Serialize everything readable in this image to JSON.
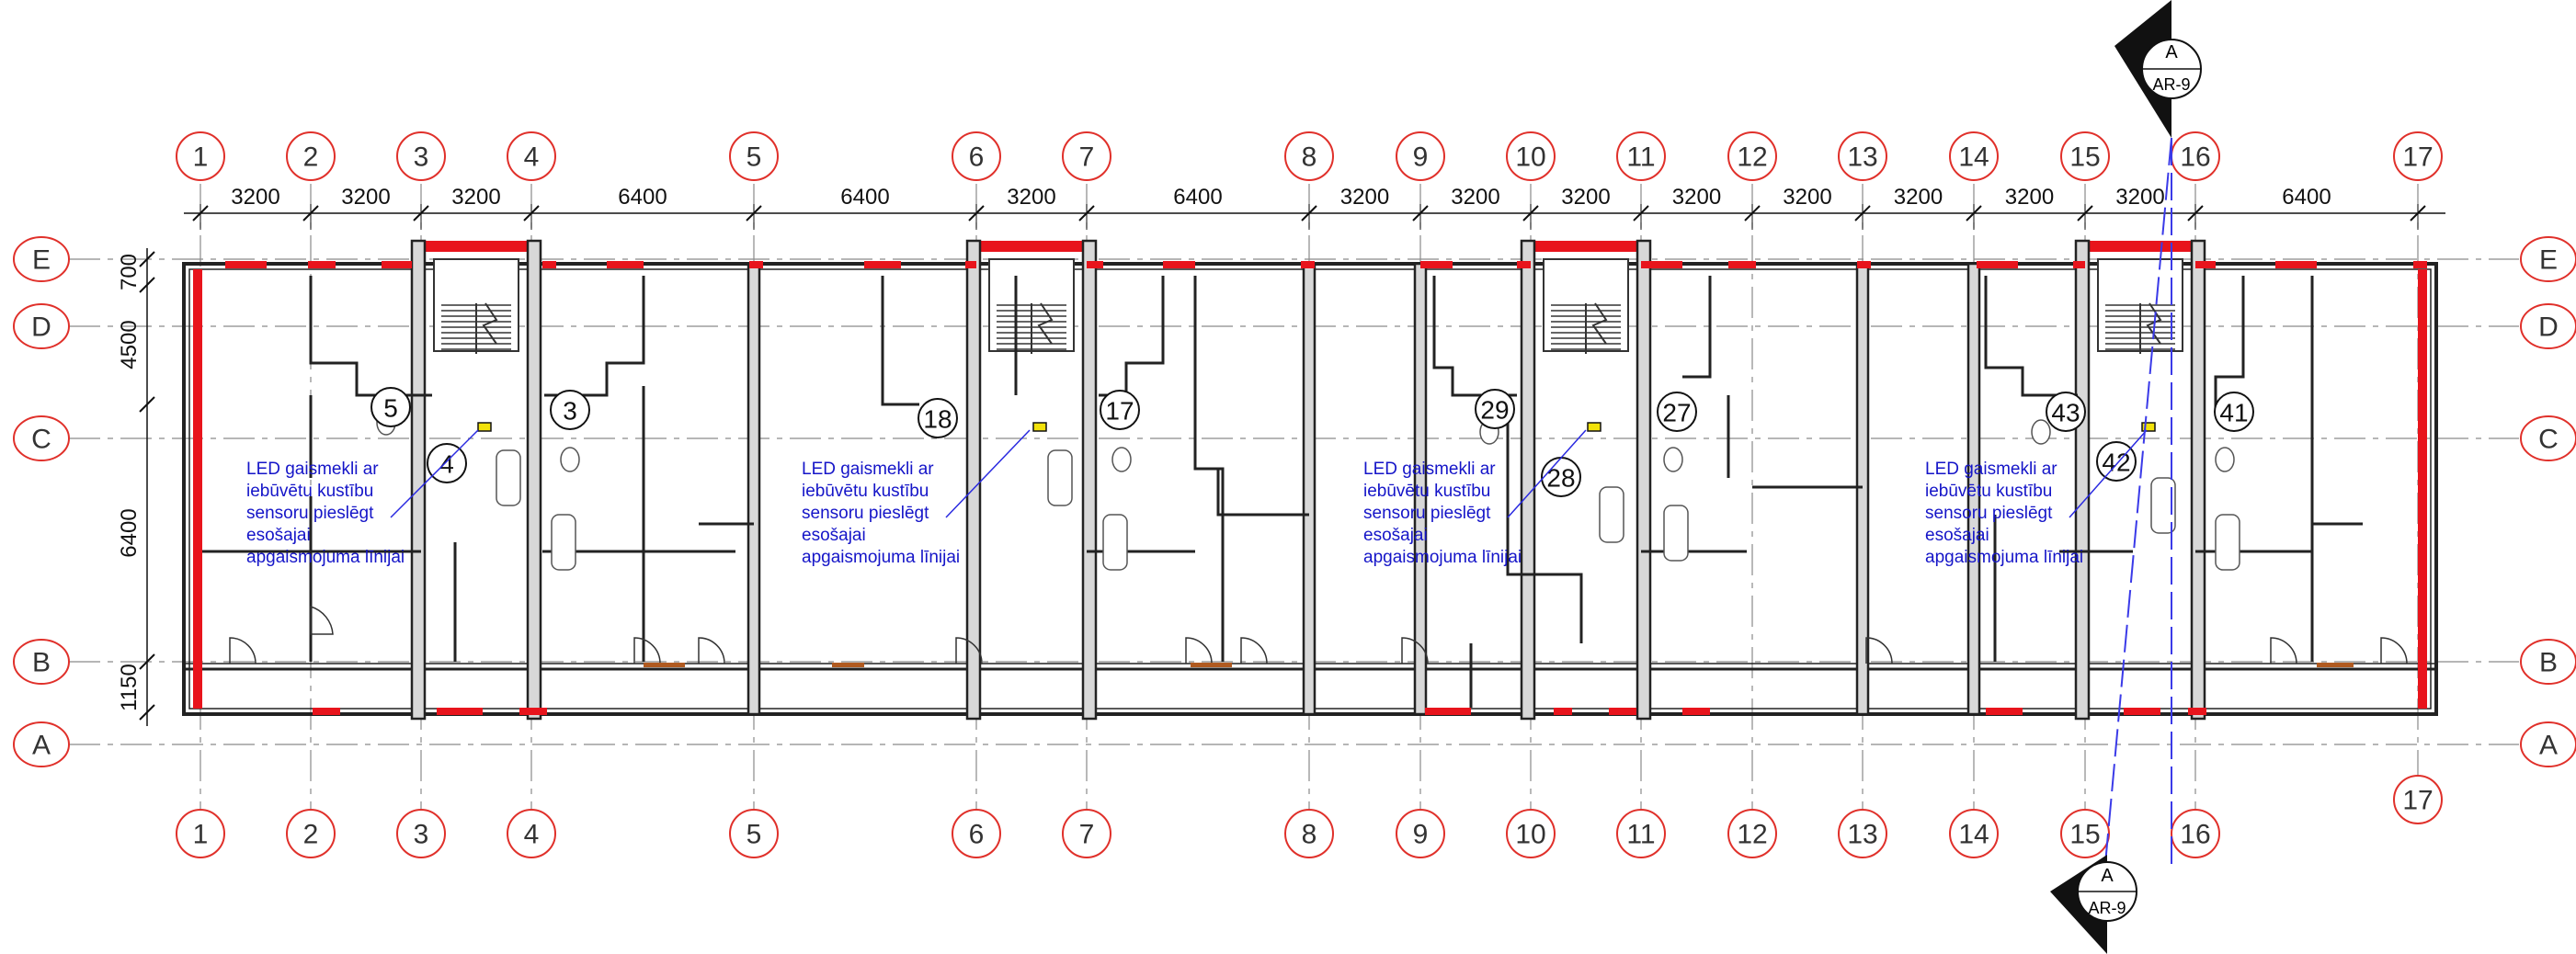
{
  "grid": {
    "columns": [
      "1",
      "2",
      "3",
      "4",
      "5",
      "6",
      "7",
      "8",
      "9",
      "10",
      "11",
      "12",
      "13",
      "14",
      "15",
      "16",
      "17"
    ],
    "rows": [
      "E",
      "D",
      "C",
      "B",
      "A"
    ]
  },
  "dimensions": {
    "bays": [
      "3200",
      "3200",
      "3200",
      "6400",
      "6400",
      "3200",
      "6400",
      "3200",
      "3200",
      "3200",
      "3200",
      "3200",
      "3200",
      "3200",
      "3200",
      "6400"
    ],
    "vertical": [
      "700",
      "4500",
      "6400",
      "1150"
    ]
  },
  "apartments": [
    "5",
    "3",
    "4",
    "18",
    "17",
    "29",
    "27",
    "28",
    "43",
    "41",
    "42"
  ],
  "notes": [
    [
      "LED gaismekli ar",
      "iebūvētu kustību",
      "sensoru pieslēgt",
      "esošajai",
      "apgaismojuma līnijai"
    ],
    [
      "LED gaismekli ar",
      "iebūvētu kustību",
      "sensoru pieslēgt",
      "esošajai",
      "apgaismojuma līnijai"
    ],
    [
      "LED gaismekli ar",
      "iebūvētu kustību",
      "sensoru pieslēgt",
      "esošajai",
      "apgaismojuma līnijai"
    ],
    [
      "LED gaismekli ar",
      "iebūvētu kustību",
      "sensoru pieslēgt",
      "esošajai",
      "apgaismojuma līnijai"
    ]
  ],
  "section_marks": {
    "top": {
      "letter": "A",
      "sheet": "AR-9"
    },
    "bottom": {
      "letter": "A",
      "sheet": "AR-9"
    }
  },
  "colors": {
    "grid_bubble": "#e0302a",
    "wall_fill": "#e8141c",
    "note_text": "#1515c8"
  }
}
